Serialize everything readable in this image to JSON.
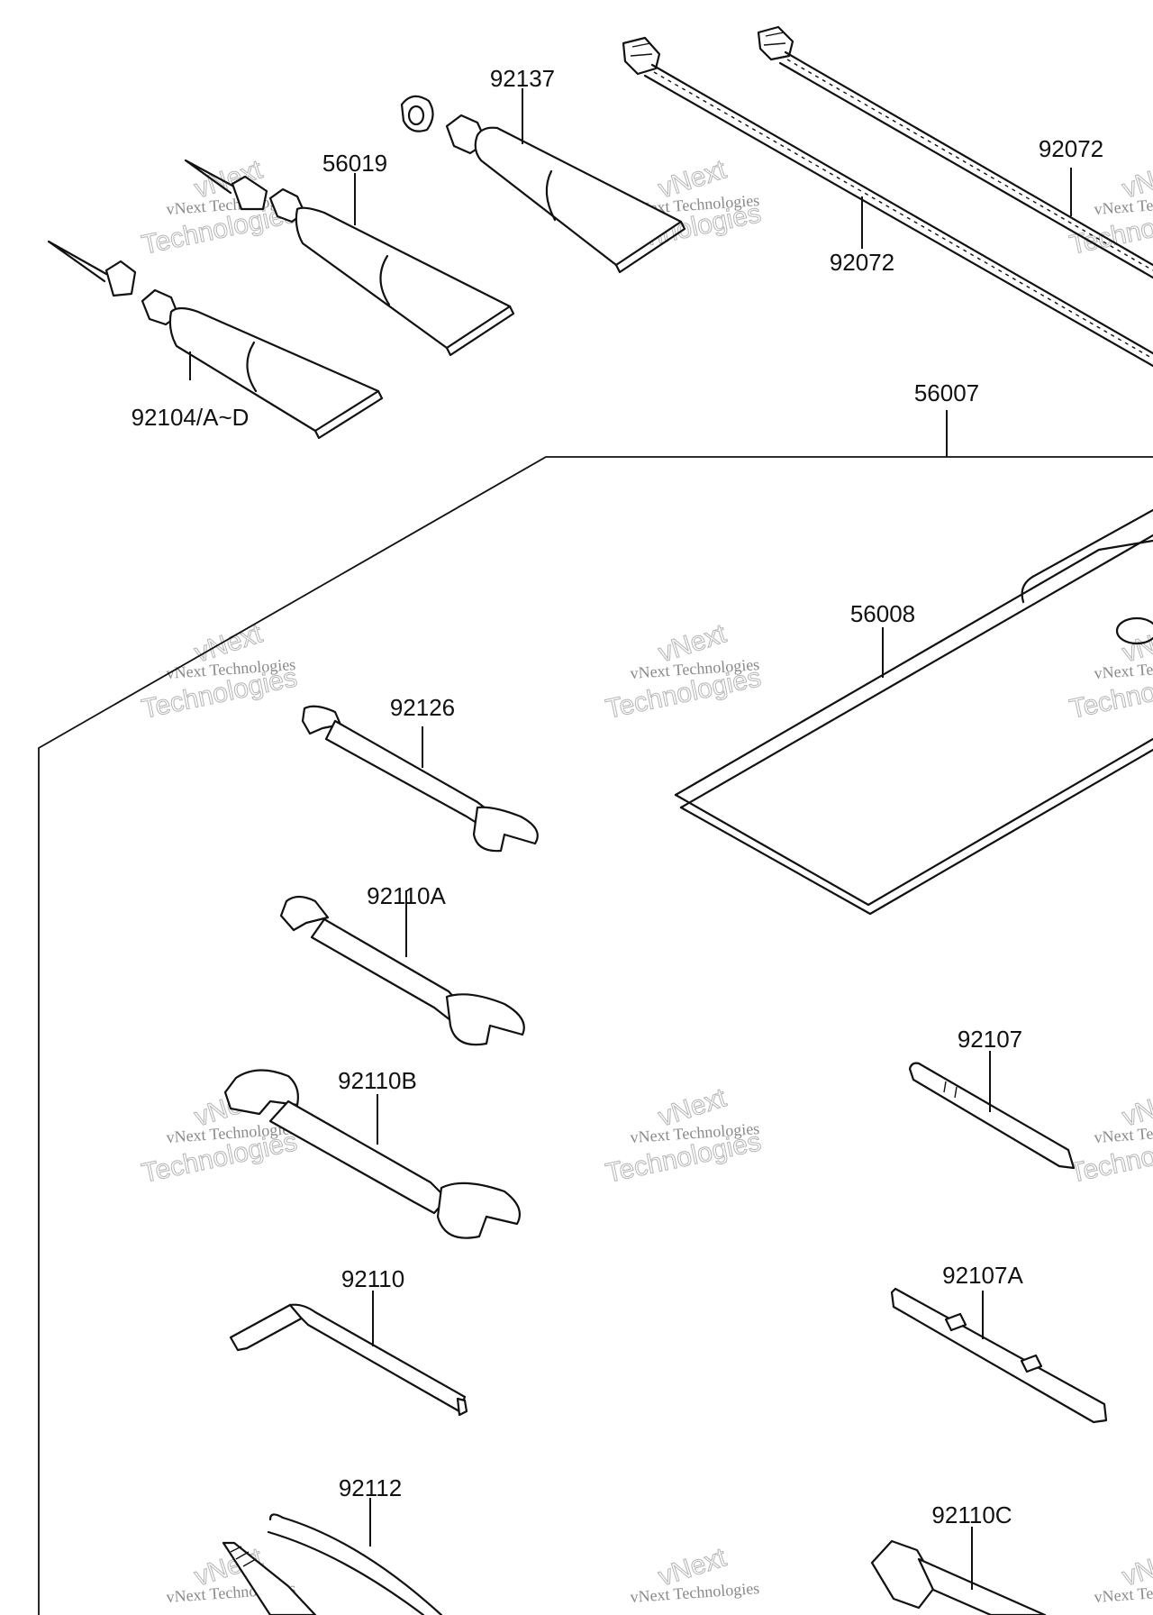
{
  "diagram": {
    "labels": {
      "p92137": "92137",
      "p56019": "56019",
      "p92104": "92104/A~D",
      "p92072a": "92072",
      "p92072b": "92072",
      "p56007": "56007",
      "p56008": "56008",
      "p92126": "92126",
      "p92110A": "92110A",
      "p92110B": "92110B",
      "p92110": "92110",
      "p92112": "92112",
      "p92107": "92107",
      "p92107A": "92107A",
      "p92110C": "92110C"
    },
    "watermark": {
      "line1": "vNext",
      "line2": "vNext Technologies",
      "line3": "Technologies"
    }
  }
}
